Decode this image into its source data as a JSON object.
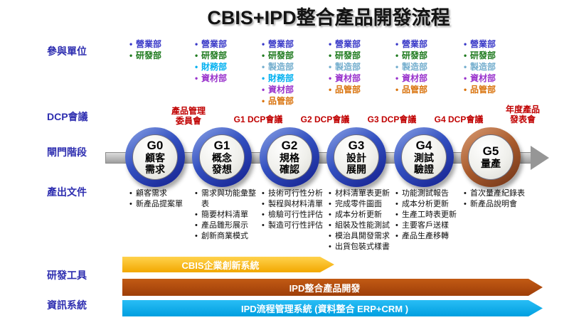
{
  "title": "CBIS+IPD整合產品開發流程",
  "rows": {
    "participants": "參與單位",
    "dcp": "DCP會議",
    "gate": "閘門階段",
    "output": "產出文件",
    "tools": "研發工具",
    "systems": "資訊系統"
  },
  "colors": {
    "row_label": "#2E2EB0",
    "dcp_label": "#C00000",
    "gate_ring_blue": "#2340B0",
    "gate_ring_copper": "#A85A2C",
    "track_gray": "#9E9E9E",
    "bar_yellow": "#FFC000",
    "bar_brown": "#B5490B",
    "bar_cyan": "#00B0F0"
  },
  "departments": {
    "colors": {
      "營業部": "#3A3AC8",
      "研發部": "#1E7A1E",
      "製造部": "#74AECE",
      "財務部": "#00B0F0",
      "資材部": "#9933CC",
      "品管部": "#D9730D"
    },
    "columns": [
      [
        "營業部",
        "研發部"
      ],
      [
        "營業部",
        "研發部",
        "財務部",
        "資材部"
      ],
      [
        "營業部",
        "研發部",
        "製造部",
        "財務部",
        "資材部",
        "品管部"
      ],
      [
        "營業部",
        "研發部",
        "製造部",
        "資材部",
        "品管部"
      ],
      [
        "營業部",
        "研發部",
        "製造部",
        "資材部",
        "品管部"
      ],
      [
        "營業部",
        "研發部",
        "製造部",
        "資材部",
        "品管部"
      ]
    ]
  },
  "dcp_events": [
    "產品管理\n委員會",
    "G1 DCP會議",
    "G2 DCP會議",
    "G3 DCP會議",
    "G4 DCP會議",
    "年度產品\n發表會"
  ],
  "gates": [
    {
      "id": "G0",
      "label": "顧客\n需求"
    },
    {
      "id": "G1",
      "label": "概念\n發想"
    },
    {
      "id": "G2",
      "label": "規格\n確認"
    },
    {
      "id": "G3",
      "label": "設計\n展開"
    },
    {
      "id": "G4",
      "label": "測試\n驗證"
    },
    {
      "id": "G5",
      "label": "量產"
    }
  ],
  "outputs": [
    [
      "顧客需求",
      "新產品提案單"
    ],
    [
      "需求與功能彙整表",
      "簡要材料清單",
      "產品雛形展示",
      "創新商業模式"
    ],
    [
      "技術可行性分析",
      "製程與材料清單",
      "檢驗可行性評估",
      "製造可行性評估"
    ],
    [
      "材料清單表更新",
      "完成零件圖面",
      "成本分析更新",
      "組裝及性能測試",
      "模治具開發需求",
      "出貨包裝式樣書"
    ],
    [
      "功能測試報告",
      "成本分析更新",
      "生產工時表更新",
      "主要客戶送樣",
      "產品生產移轉"
    ],
    [
      "首次量產紀錄表",
      "新產品說明會"
    ]
  ],
  "bars": [
    {
      "label": "CBIS企業創新系統",
      "color": "#FFC000"
    },
    {
      "label": "IPD整合產品開發",
      "color": "#B5490B"
    },
    {
      "label": "IPD流程管理系統 (資料整合 ERP+CRM )",
      "color": "#00B0F0"
    }
  ]
}
